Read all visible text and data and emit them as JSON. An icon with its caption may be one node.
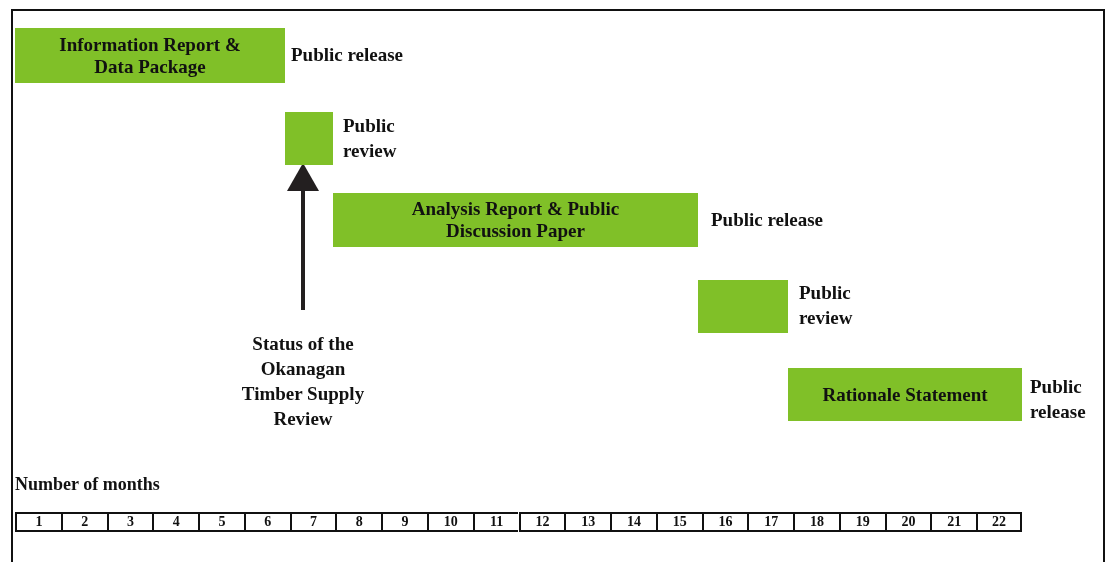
{
  "diagram": {
    "nodes": [
      {
        "text": [
          "Information Report & Data Package"
        ],
        "beside": [
          "Public release"
        ]
      },
      {
        "text": [],
        "shape": "bar",
        "beside": [
          "Public review"
        ]
      },
      {
        "text": [
          "Analysis Report & Public Discussion Paper"
        ],
        "beside": [
          "Public release"
        ]
      },
      {
        "text": [],
        "shape": "bar",
        "beside": [
          "Public review"
        ]
      },
      {
        "text": [
          "Rationale Statement"
        ],
        "beside": [
          "Public release"
        ]
      },
      {
        "text": [
          "Status of the Okanagan Timber Supply Review"
        ]
      }
    ],
    "edges": [
      {
        "from": 5,
        "to": 1,
        "arrow": "to"
      }
    ],
    "labels": [
      "Number of months",
      "1",
      "2",
      "3",
      "4",
      "5",
      "6",
      "7",
      "8",
      "9",
      "10",
      "11",
      "12",
      "13",
      "14",
      "15",
      "16",
      "17",
      "18",
      "19",
      "20",
      "21",
      "22"
    ]
  }
}
